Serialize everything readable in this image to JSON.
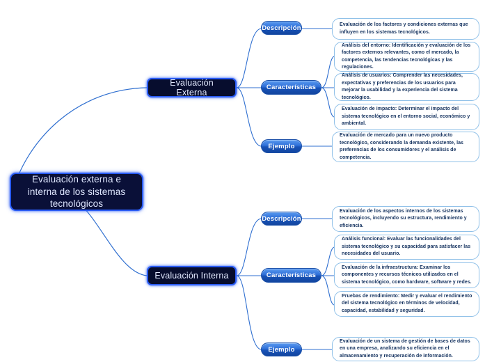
{
  "diagram": {
    "type": "mind-map",
    "colors": {
      "root_fill": "#0a1038",
      "root_border": "#2a5cf5",
      "branch_fill": "#070d2e",
      "pill_gradient_top": "#5b9bf0",
      "pill_gradient_bottom": "#12459f",
      "leaf_border": "#8fc0e8",
      "leaf_text": "#13315e",
      "connector": "#2f6fd0",
      "background": "#ffffff"
    },
    "root": {
      "label": "Evaluación externa e interna de los sistemas tecnológicos"
    },
    "branches": [
      {
        "id": "externa",
        "label": "Evaluación Externa",
        "sections": [
          {
            "id": "externa-descripcion",
            "pill": "Descripción",
            "items": [
              "Evaluación de los factores y condiciones externas que influyen en los sistemas tecnológicos."
            ]
          },
          {
            "id": "externa-caracteristicas",
            "pill": "Características",
            "items": [
              "Análisis del entorno: Identificación y evaluación de los factores externos relevantes, como el mercado, la competencia, las tendencias tecnológicas y las regulaciones.",
              "Análisis de usuarios: Comprender las necesidades, expectativas y preferencias de los usuarios para mejorar la usabilidad y la experiencia del sistema tecnológico.",
              "Evaluación de impacto: Determinar el impacto del sistema tecnológico en el entorno social, económico y ambiental."
            ]
          },
          {
            "id": "externa-ejemplo",
            "pill": "Ejemplo",
            "items": [
              "Evaluación de mercado para un nuevo producto tecnológico, considerando la demanda existente, las preferencias de los consumidores y el análisis de competencia."
            ]
          }
        ]
      },
      {
        "id": "interna",
        "label": "Evaluación Interna",
        "sections": [
          {
            "id": "interna-descripcion",
            "pill": "Descripción",
            "items": [
              "Evaluación de los aspectos internos de los sistemas tecnológicos, incluyendo su estructura, rendimiento y eficiencia."
            ]
          },
          {
            "id": "interna-caracteristicas",
            "pill": "Características",
            "items": [
              "Análisis funcional: Evaluar las funcionalidades del sistema tecnológico y su capacidad para satisfacer las necesidades del usuario.",
              "Evaluación de la infraestructura: Examinar los componentes y recursos técnicos utilizados en el sistema tecnológico, como hardware, software y redes.",
              "Pruebas de rendimiento: Medir y evaluar el rendimiento del sistema tecnológico en términos de velocidad, capacidad, estabilidad y seguridad."
            ]
          },
          {
            "id": "interna-ejemplo",
            "pill": "Ejemplo",
            "items": [
              "Evaluación de un sistema de gestión de bases de datos en una empresa, analizando su eficiencia en el almacenamiento y recuperación de información."
            ]
          }
        ]
      }
    ]
  }
}
